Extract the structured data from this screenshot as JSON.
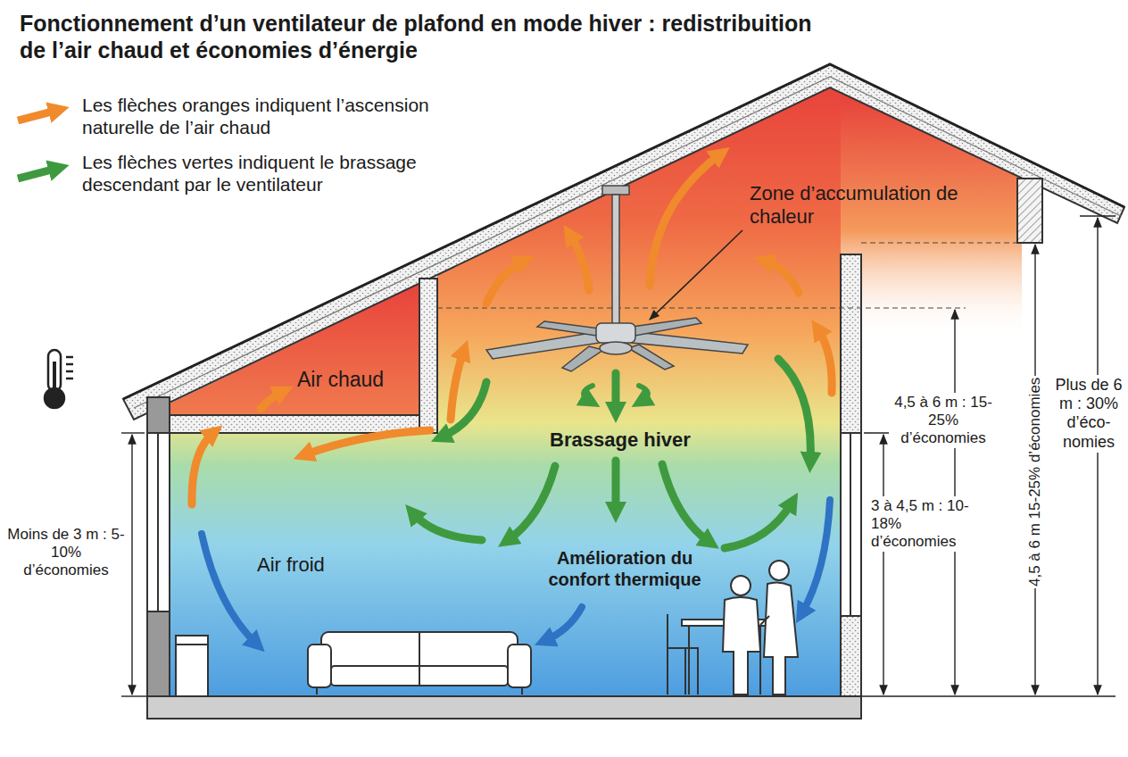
{
  "diagram": {
    "title": "Fonctionnement d’un ventilateur de plafond en mode hiver : redistribuition de l’air chaud et économies d’énergie",
    "labels": [
      "Zone d’accumulation de chaleur",
      "Air chaud",
      "Brassage hiver",
      "Air froid",
      "Amélioration du confort thermique",
      "Moins de 3 m : 5-10% d’économies",
      "3 à 4,5 m : 10-18% d’économies",
      "4,5 à 6 m : 15-25% d’économies",
      "4,5 à 6 m 15-25% d’économies",
      "Plus de 6 m : 30% d’éco- nomies"
    ],
    "legend": [
      {
        "text": "Les flèches oranges indiquent l’ascension naturelle de l’air chaud"
      },
      {
        "text": "Les flèches vertes indiquent le brassage descendant par le ventilateur"
      }
    ]
  }
}
